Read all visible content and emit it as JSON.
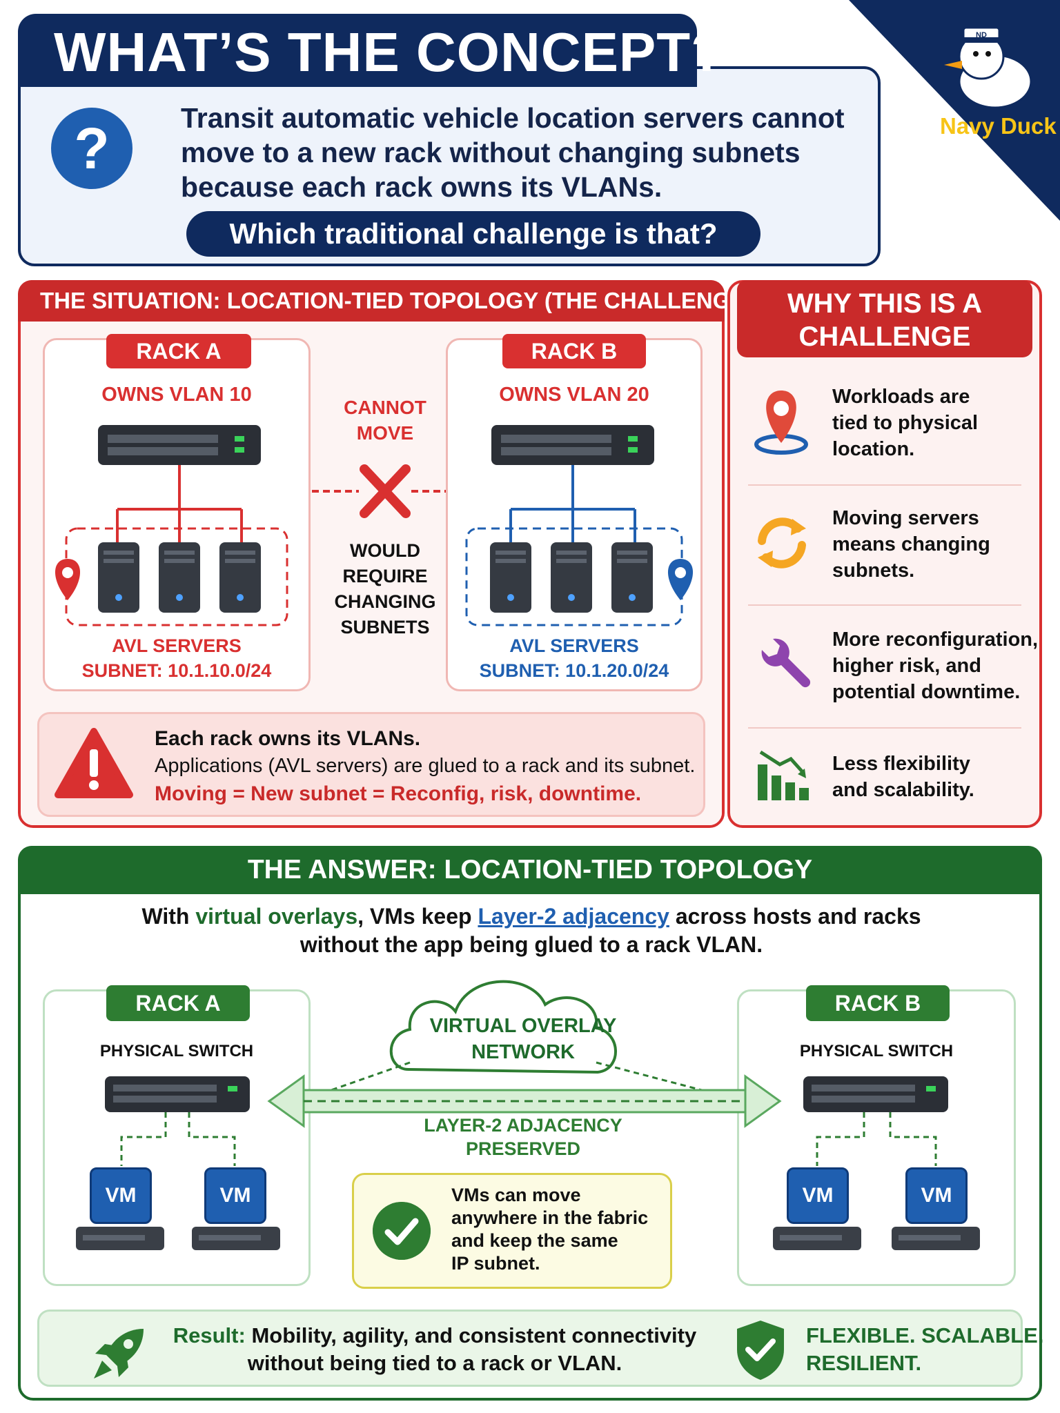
{
  "header": {
    "title": "WHAT’S THE CONCEPT?",
    "question_mark": "?",
    "question": "Transit automatic vehicle location servers cannot move to a new rack without changing subnets because each rack owns its VLANs.",
    "prompt": "Which traditional challenge is that?"
  },
  "brand": {
    "name": "Navy Duck",
    "cap_text": "ND"
  },
  "situation": {
    "heading": "THE SITUATION: LOCATION-TIED TOPOLOGY (THE CHALLENGE)",
    "rack_a": {
      "tag": "RACK A",
      "owns": "OWNS VLAN 10",
      "servers": "AVL SERVERS",
      "subnet": "SUBNET: 10.1.10.0/24"
    },
    "rack_b": {
      "tag": "RACK B",
      "owns": "OWNS VLAN 20",
      "servers": "AVL SERVERS",
      "subnet": "SUBNET: 10.1.20.0/24"
    },
    "cannot_move": [
      "CANNOT",
      "MOVE"
    ],
    "would_require": [
      "WOULD",
      "REQUIRE",
      "CHANGING",
      "SUBNETS"
    ],
    "warning": {
      "line1": "Each rack owns its VLANs.",
      "line2": "Applications (AVL servers) are glued to a rack and its subnet.",
      "line3": "Moving = New subnet = Reconfig, risk, downtime."
    }
  },
  "why": {
    "title": [
      "WHY THIS IS A",
      "CHALLENGE"
    ],
    "items": [
      {
        "icon": "location-pin-icon",
        "lines": [
          "Workloads are",
          "tied to physical",
          "location."
        ]
      },
      {
        "icon": "refresh-arrows-icon",
        "lines": [
          "Moving servers",
          "means changing",
          "subnets."
        ]
      },
      {
        "icon": "wrench-icon",
        "lines": [
          "More reconfiguration,",
          "higher risk, and",
          "potential downtime."
        ]
      },
      {
        "icon": "bar-chart-down-icon",
        "lines": [
          "Less flexibility",
          "and scalability."
        ]
      }
    ]
  },
  "answer": {
    "heading": "THE ANSWER: LOCATION-TIED TOPOLOGY",
    "intro": {
      "p1": "With ",
      "g1": "virtual overlays",
      "p2": ", VMs keep ",
      "b1": "Layer-2 adjacency",
      "p3": " across hosts and racks",
      "line2": "without the app being glued to a rack VLAN."
    },
    "rack_a": {
      "tag": "RACK A",
      "switch": "PHYSICAL SWITCH"
    },
    "rack_b": {
      "tag": "RACK B",
      "switch": "PHYSICAL SWITCH"
    },
    "vm_label": "VM",
    "overlay": [
      "VIRTUAL OVERLAY",
      "NETWORK"
    ],
    "adjacency": [
      "LAYER-2 ADJACENCY",
      "PRESERVED"
    ],
    "move_note": [
      "VMs can move",
      "anywhere in the fabric",
      "and keep the same",
      "IP subnet."
    ],
    "result": {
      "label": "Result:",
      "line1": " Mobility, agility, and consistent connectivity",
      "line2": "without being tied to a rack or VLAN."
    },
    "badge": [
      "FLEXIBLE. SCALABLE.",
      "RESILIENT."
    ]
  },
  "colors": {
    "navy": "#0f2a5e",
    "red": "#c92a2a",
    "green": "#1e6b2c",
    "blue": "#1f5fb0",
    "gold": "#f7c417"
  }
}
